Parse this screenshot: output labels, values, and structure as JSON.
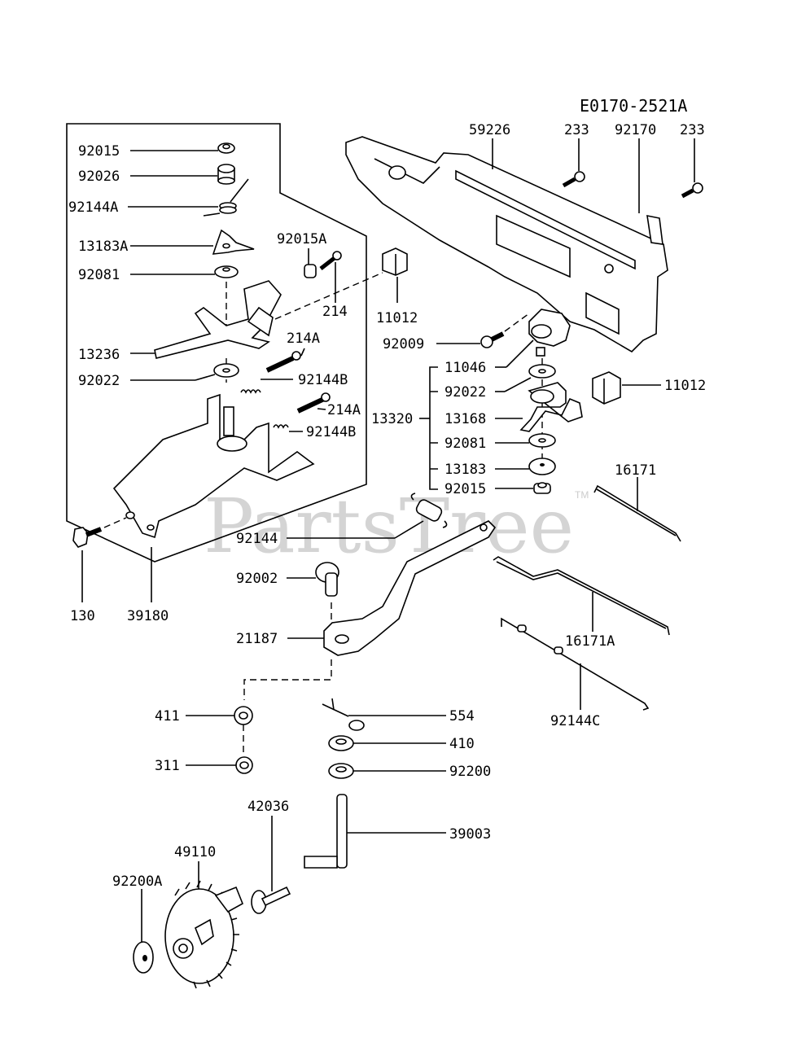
{
  "diagram": {
    "code": "E0170-2521A",
    "watermark": "PartsTree",
    "watermark_tm": "TM",
    "callouts": {
      "c92015": "92015",
      "c92026": "92026",
      "c92144A": "92144A",
      "c13183A": "13183A",
      "c92015A": "92015A",
      "c92081a": "92081",
      "c214": "214",
      "c11012a": "11012",
      "c13236": "13236",
      "c214Aa": "214A",
      "c92022a": "92022",
      "c92144Ba": "92144B",
      "c214Ab": "214A",
      "c92144Bb": "92144B",
      "c130": "130",
      "c39180": "39180",
      "c59226": "59226",
      "c233a": "233",
      "c92170": "92170",
      "c233b": "233",
      "c92009": "92009",
      "c13320": "13320",
      "c11046": "11046",
      "c92022b": "92022",
      "c13168": "13168",
      "c92081b": "92081",
      "c13183": "13183",
      "c92015b": "92015",
      "c11012b": "11012",
      "c16171": "16171",
      "c92144": "92144",
      "c92002": "92002",
      "c21187": "21187",
      "c16171A": "16171A",
      "c411": "411",
      "c554": "554",
      "c92144C": "92144C",
      "c410": "410",
      "c311": "311",
      "c92200": "92200",
      "c42036": "42036",
      "c39003": "39003",
      "c49110": "49110",
      "c92200A": "92200A"
    }
  }
}
